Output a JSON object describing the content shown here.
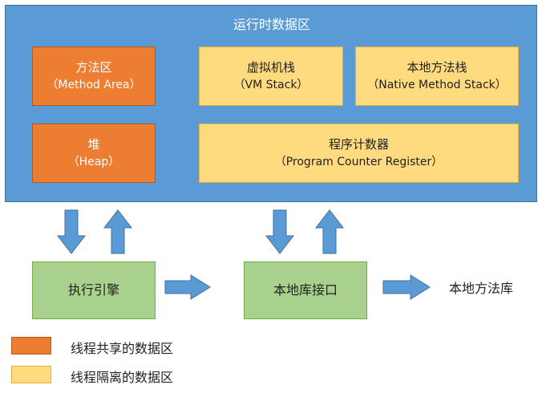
{
  "runtime_area": {
    "title": "运行时数据区"
  },
  "method_area": {
    "name": "方法区",
    "en": "（Method Area）"
  },
  "vm_stack": {
    "name": "虚拟机栈",
    "en": "（VM Stack）"
  },
  "native_method_stack": {
    "name": "本地方法栈",
    "en": "（Native Method Stack）"
  },
  "heap": {
    "name": "堆",
    "en": "（Heap）"
  },
  "program_counter": {
    "name": "程序计数器",
    "en": "（Program Counter Register）"
  },
  "execution_engine": {
    "name": "执行引擎"
  },
  "native_interface": {
    "name": "本地库接口"
  },
  "native_library": {
    "name": "本地方法库"
  },
  "legend": [
    {
      "label": "线程共享的数据区",
      "color": "#ed7d31"
    },
    {
      "label": "线程隔离的数据区",
      "color": "#ffdb80"
    }
  ],
  "colors": {
    "runtime_bg": "#5b9bd5",
    "arrow": "#5b9bd5",
    "shared": "#ed7d31",
    "isolated": "#ffdb80",
    "engine": "#a9d18e"
  }
}
